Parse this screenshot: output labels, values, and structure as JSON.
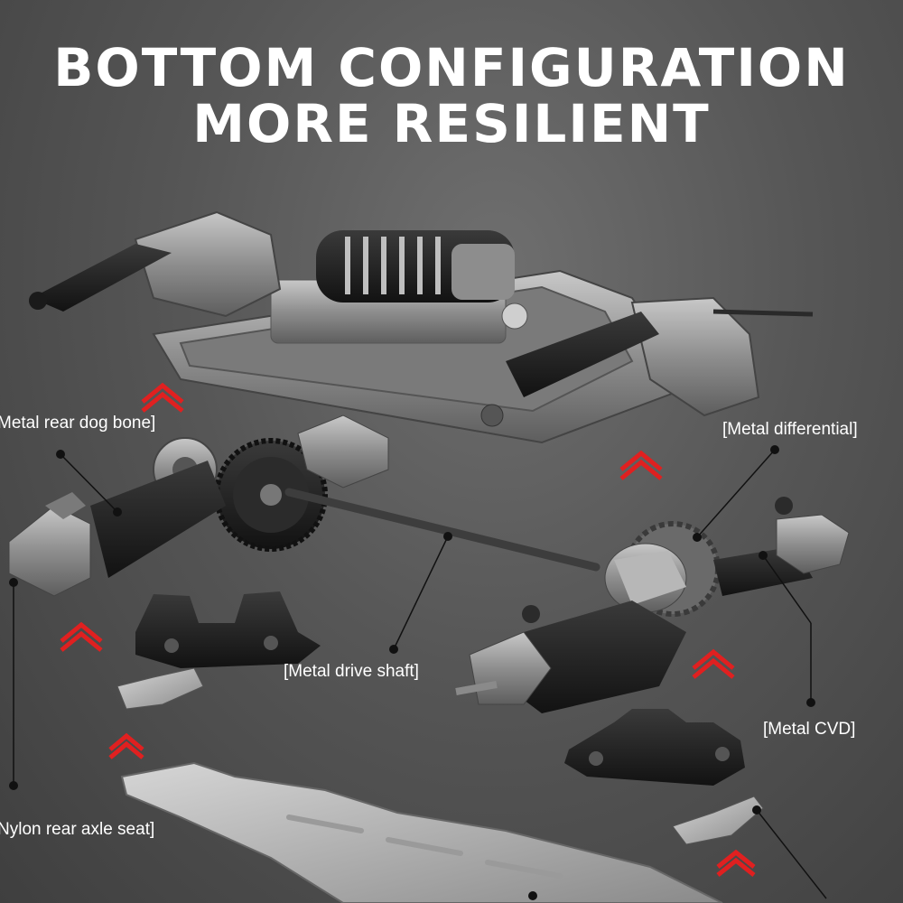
{
  "headline": {
    "line1": "BOTTOM CONFIGURATION",
    "line2": "MORE RESILIENT"
  },
  "callouts": {
    "rear_dog_bone": "Metal rear dog bone]",
    "differential": "[Metal differential]",
    "drive_shaft": "[Metal drive shaft]",
    "cvd": "[Metal CVD]",
    "rear_axle_seat": "Nylon rear axle seat]"
  },
  "colors": {
    "background": "#555555",
    "text": "#ffffff",
    "arrow_accent": "#e02020",
    "metal": "#9a9a9a",
    "nylon": "#1c1c1c"
  }
}
